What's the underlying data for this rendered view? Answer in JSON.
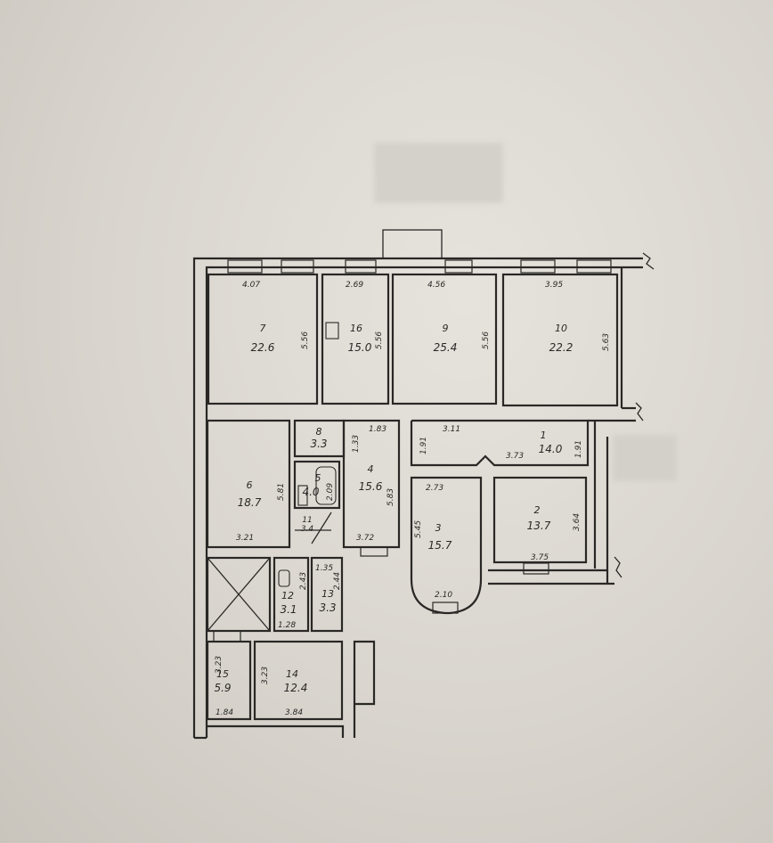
{
  "rooms": [
    {
      "id": "7",
      "number": "7",
      "area": "22.6",
      "width": "4.07",
      "depth": "5.56"
    },
    {
      "id": "16",
      "number": "16",
      "area": "15.0",
      "width": "2.69",
      "depth": "5.56"
    },
    {
      "id": "9",
      "number": "9",
      "area": "25.4",
      "width": "4.56",
      "depth": "5.56"
    },
    {
      "id": "10",
      "number": "10",
      "area": "22.2",
      "width": "3.95",
      "depth": "5.63"
    },
    {
      "id": "6",
      "number": "6",
      "area": "18.7",
      "width": "3.21",
      "depth": "5.81"
    },
    {
      "id": "8",
      "number": "8",
      "area": "3.3"
    },
    {
      "id": "5",
      "number": "5",
      "area": "4.0",
      "depth": "2.09"
    },
    {
      "id": "11",
      "number": "11",
      "area": "3.4"
    },
    {
      "id": "4",
      "number": "4",
      "area": "15.6",
      "width": "3.72",
      "depth": "5.83",
      "top": "1.83"
    },
    {
      "id": "1",
      "number": "1",
      "area": "14.0",
      "width": "3.11",
      "depth": "1.91",
      "inner": "3.73"
    },
    {
      "id": "3",
      "number": "3",
      "area": "15.7",
      "width": "2.73",
      "depth": "5.45",
      "bottom": "2.10"
    },
    {
      "id": "2",
      "number": "2",
      "area": "13.7",
      "width": "3.75",
      "depth": "3.64"
    },
    {
      "id": "12",
      "number": "12",
      "area": "3.1",
      "depth": "2.43",
      "width": "1.28"
    },
    {
      "id": "13",
      "number": "13",
      "area": "3.3",
      "depth": "2.44",
      "width": "1.35"
    },
    {
      "id": "15",
      "number": "15",
      "area": "5.9",
      "depth": "3.23",
      "width": "1.84"
    },
    {
      "id": "14",
      "number": "14",
      "area": "12.4",
      "depth": "3.23",
      "width": "3.84"
    }
  ],
  "extra_dims": {
    "d_1_33": "1.33",
    "d_1_91b": "1.91"
  }
}
